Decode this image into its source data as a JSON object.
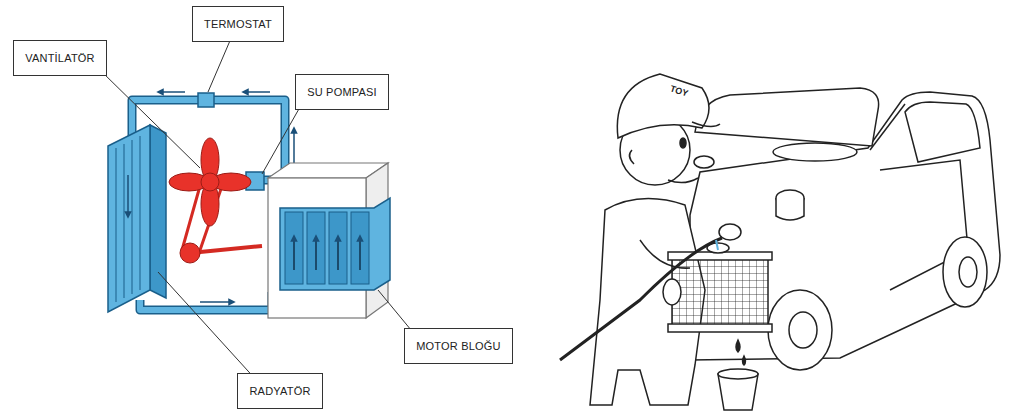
{
  "diagram": {
    "nodes": [
      {
        "text": [
          "TERMOSTAT"
        ]
      },
      {
        "text": [
          "VANTİLATÖR"
        ]
      },
      {
        "text": [
          "SU POMPASI"
        ]
      },
      {
        "text": [
          "MOTOR BLOĞU"
        ]
      },
      {
        "text": [
          "RADYATÖR"
        ]
      }
    ],
    "labels": [
      "TOY"
    ]
  }
}
